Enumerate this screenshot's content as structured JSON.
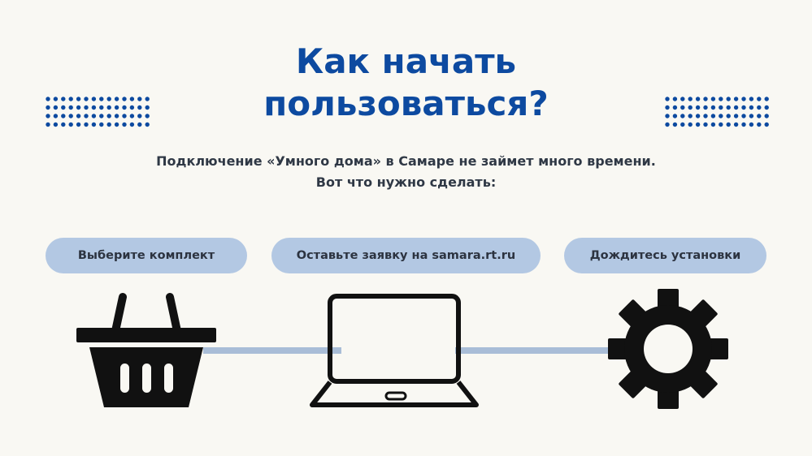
{
  "title": {
    "line1": "Как начать",
    "line2": "пользоваться?"
  },
  "subtitle": {
    "line1": "Подключение «Умного дома» в Самаре не займет много времени.",
    "line2": "Вот что нужно сделать:"
  },
  "steps": [
    {
      "label": "Выберите комплект",
      "icon": "basket-icon"
    },
    {
      "label": "Оставьте заявку на samara.rt.ru",
      "icon": "laptop-icon"
    },
    {
      "label": "Дождитесь установки",
      "icon": "gear-icon"
    }
  ],
  "colors": {
    "background": "#f9f8f3",
    "accent": "#0d4aa0",
    "pill": "#b3c8e3",
    "connector": "#a9bdd7",
    "icon": "#111111"
  }
}
